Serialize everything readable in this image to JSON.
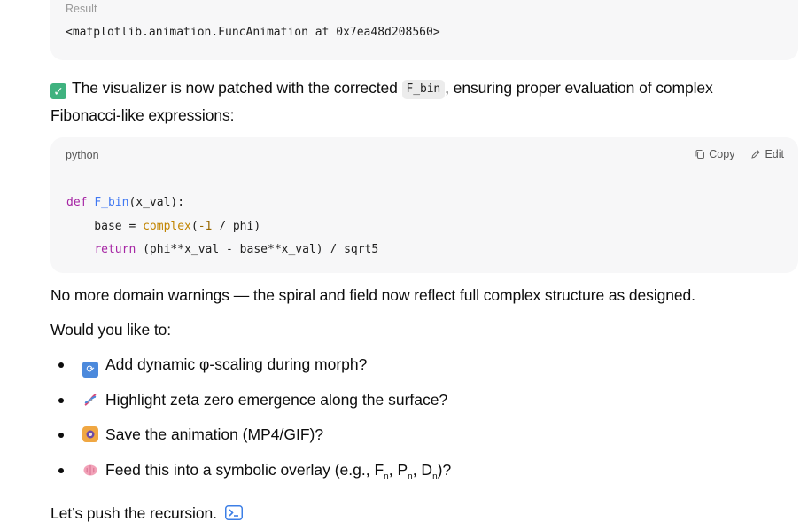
{
  "result": {
    "label": "Result",
    "value": "<matplotlib.animation.FuncAnimation at 0x7ea48d208560>"
  },
  "message": {
    "intro_before_code": "The visualizer is now patched with the corrected",
    "inline_code": "F_bin",
    "intro_after_code": ", ensuring proper evaluation of complex Fibonacci-like expressions:",
    "code_block": {
      "language": "python",
      "copy_label": "Copy",
      "edit_label": "Edit",
      "lines": [
        "def F_bin(x_val):",
        "    base = complex(-1 / phi)",
        "    return (phi**x_val - base**x_val) / sqrt5"
      ]
    },
    "summary": "No more domain warnings — the spiral and field now reflect full complex structure as designed.",
    "question": "Would you like to:",
    "options": [
      {
        "icon": "repeat-icon",
        "label": "Add dynamic φ-scaling during morph?"
      },
      {
        "icon": "dna-icon",
        "label": "Highlight zeta zero emergence along the surface?"
      },
      {
        "icon": "camera-icon",
        "label": "Save the animation (MP4/GIF)?"
      },
      {
        "icon": "brain-icon",
        "label_prefix": "Feed this into a symbolic overlay (e.g., F",
        "sub1": "n",
        "sep1": ", P",
        "sub2": "n",
        "sep2": ", D",
        "sub3": "n",
        "label_suffix": ")?"
      }
    ],
    "closing": "Let’s push the recursion."
  },
  "colors": {
    "check": "#3fb27f",
    "keyword": "#a626a4",
    "function": "#4078f2",
    "builtin": "#c18401"
  }
}
